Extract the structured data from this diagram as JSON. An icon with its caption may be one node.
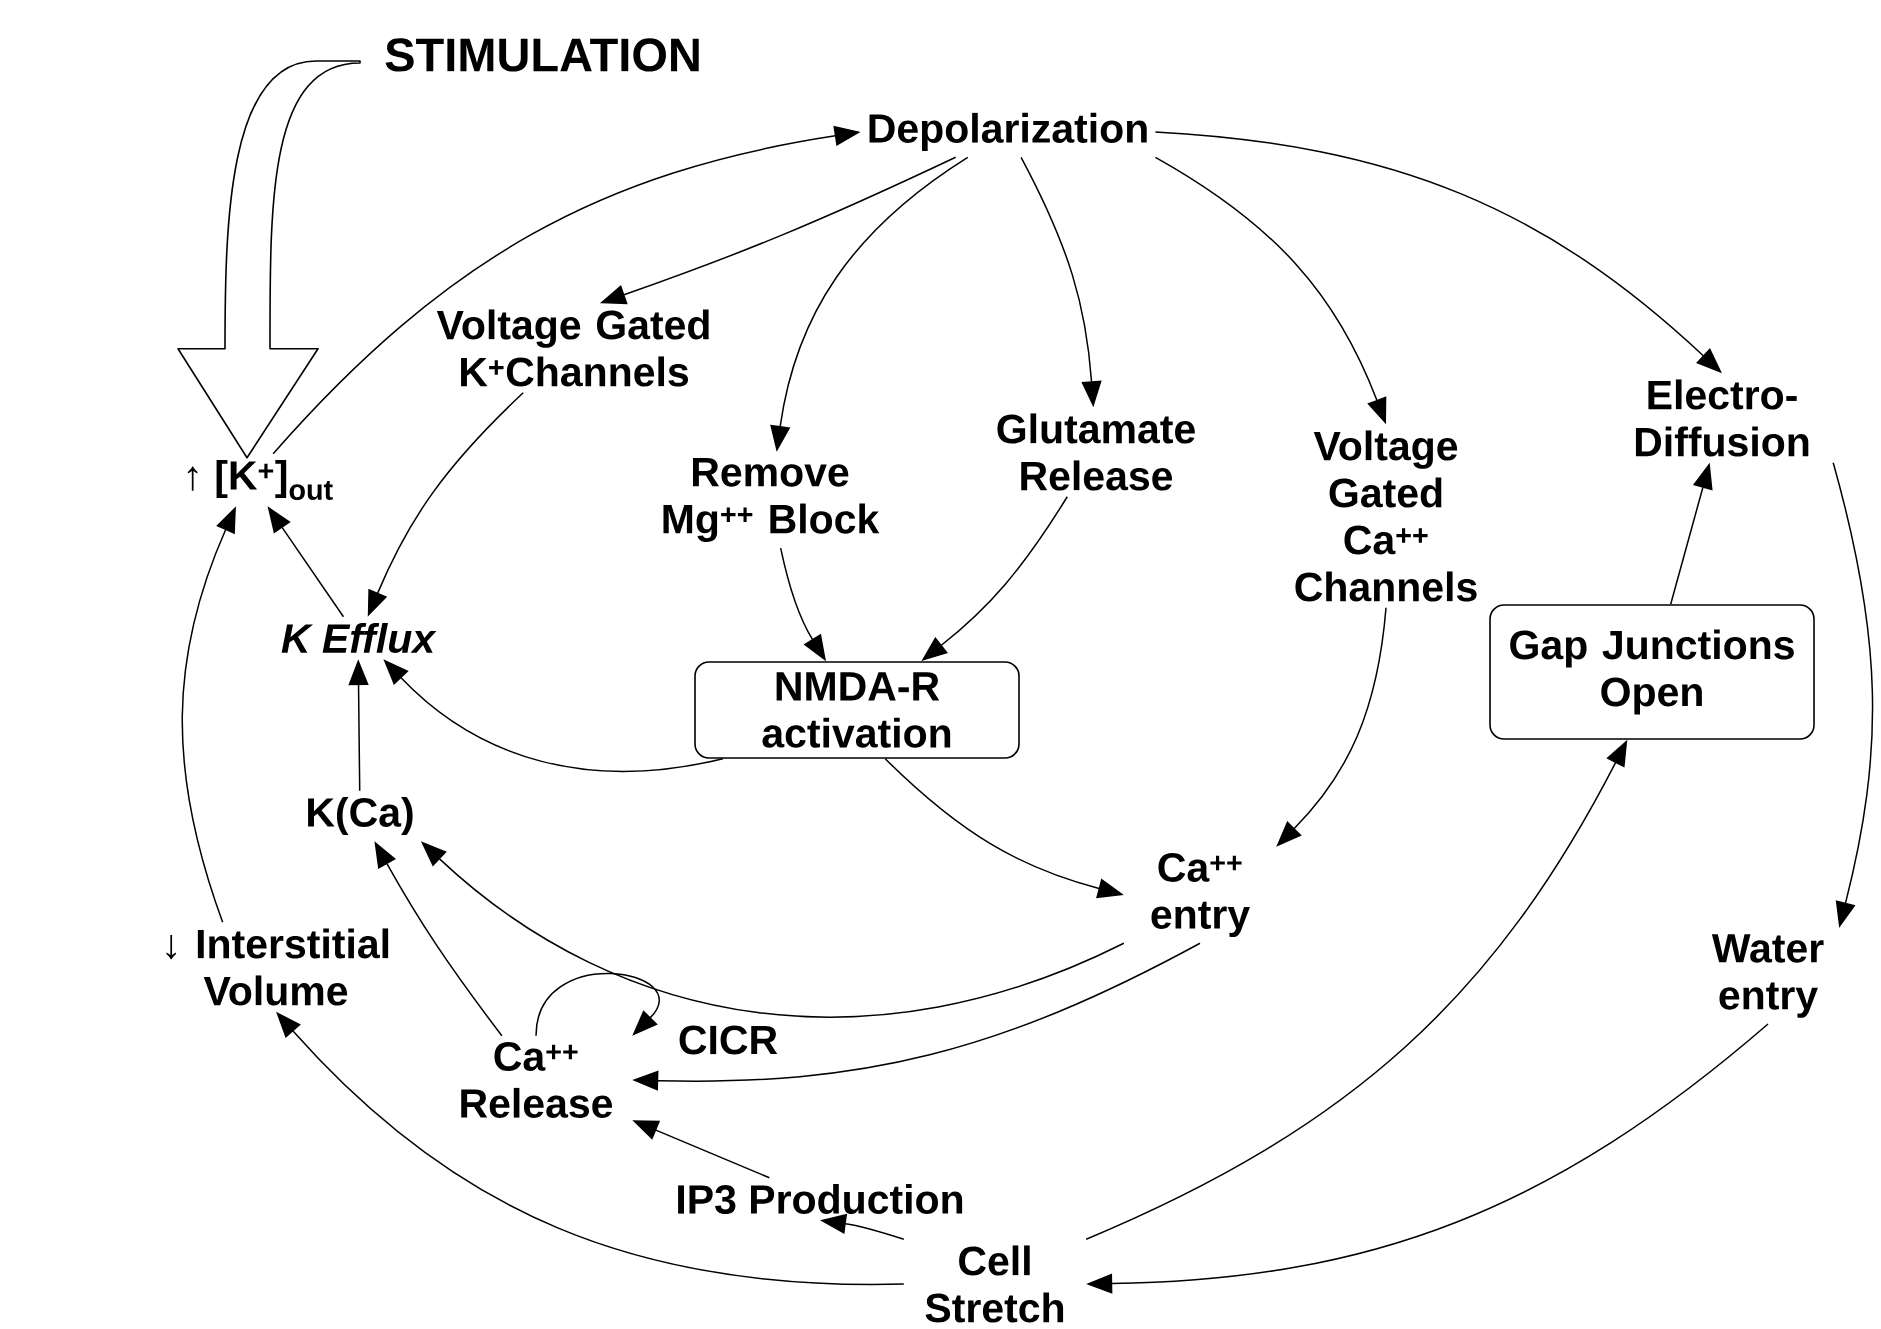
{
  "diagram": {
    "nodes": [
      {
        "text": [
          "STIMULATION"
        ]
      },
      {
        "text": [
          "Depolarization"
        ]
      },
      {
        "text": [
          "Voltage Gated K$^{+}$Channels"
        ]
      },
      {
        "text": [
          "↑ [K$^{+}$]$_{out}$"
        ]
      },
      {
        "text": [
          "Remove Mg$^{++}$ Block"
        ]
      },
      {
        "text": [
          "Glutamate Release"
        ]
      },
      {
        "text": [
          "Voltage Gated Ca$^{++}$ Channels"
        ]
      },
      {
        "text": [
          "Electro- Diffusion"
        ]
      },
      {
        "text": [
          "K Efflux"
        ]
      },
      {
        "text": [
          "NMDA-R activation"
        ]
      },
      {
        "text": [
          "Gap Junctions Open"
        ]
      },
      {
        "text": [
          "K(Ca)"
        ]
      },
      {
        "text": [
          "Ca$^{++}$ entry"
        ]
      },
      {
        "text": [
          "↓ Interstitial Volume"
        ]
      },
      {
        "text": [
          "Ca$^{++}$ Release"
        ]
      },
      {
        "text": [
          "Water entry"
        ]
      },
      {
        "text": [
          "IP3 Production"
        ]
      },
      {
        "text": [
          "Cell Stretch"
        ]
      }
    ],
    "edges": [
      {
        "from": 0,
        "to": 3,
        "arrow": "to",
        "style": "thick"
      },
      {
        "from": 3,
        "to": 1,
        "arrow": "to"
      },
      {
        "from": 1,
        "to": 2,
        "arrow": "to"
      },
      {
        "from": 1,
        "to": 4,
        "arrow": "to"
      },
      {
        "from": 1,
        "to": 5,
        "arrow": "to"
      },
      {
        "from": 1,
        "to": 6,
        "arrow": "to"
      },
      {
        "from": 1,
        "to": 7,
        "arrow": "to"
      },
      {
        "from": 2,
        "to": 8,
        "arrow": "to"
      },
      {
        "from": 8,
        "to": 3,
        "arrow": "to"
      },
      {
        "from": 13,
        "to": 3,
        "arrow": "to"
      },
      {
        "from": 4,
        "to": 9,
        "arrow": "to"
      },
      {
        "from": 5,
        "to": 9,
        "arrow": "to"
      },
      {
        "from": 9,
        "to": 8,
        "arrow": "to"
      },
      {
        "from": 9,
        "to": 12,
        "arrow": "to"
      },
      {
        "from": 6,
        "to": 12,
        "arrow": "to"
      },
      {
        "from": 11,
        "to": 8,
        "arrow": "to"
      },
      {
        "from": 12,
        "to": 11,
        "arrow": "to"
      },
      {
        "from": 12,
        "to": 14,
        "arrow": "to"
      },
      {
        "from": 14,
        "to": 11,
        "arrow": "to"
      },
      {
        "from": 14,
        "to": 14,
        "arrow": "to"
      },
      {
        "from": 16,
        "to": 14,
        "arrow": "to"
      },
      {
        "from": 17,
        "to": 16,
        "arrow": "to"
      },
      {
        "from": 17,
        "to": 13,
        "arrow": "to"
      },
      {
        "from": 17,
        "to": 10,
        "arrow": "to"
      },
      {
        "from": 10,
        "to": 7,
        "arrow": "to"
      },
      {
        "from": 7,
        "to": 15,
        "arrow": "to"
      },
      {
        "from": 15,
        "to": 17,
        "arrow": "to"
      }
    ],
    "labels": [
      "CICR"
    ]
  }
}
